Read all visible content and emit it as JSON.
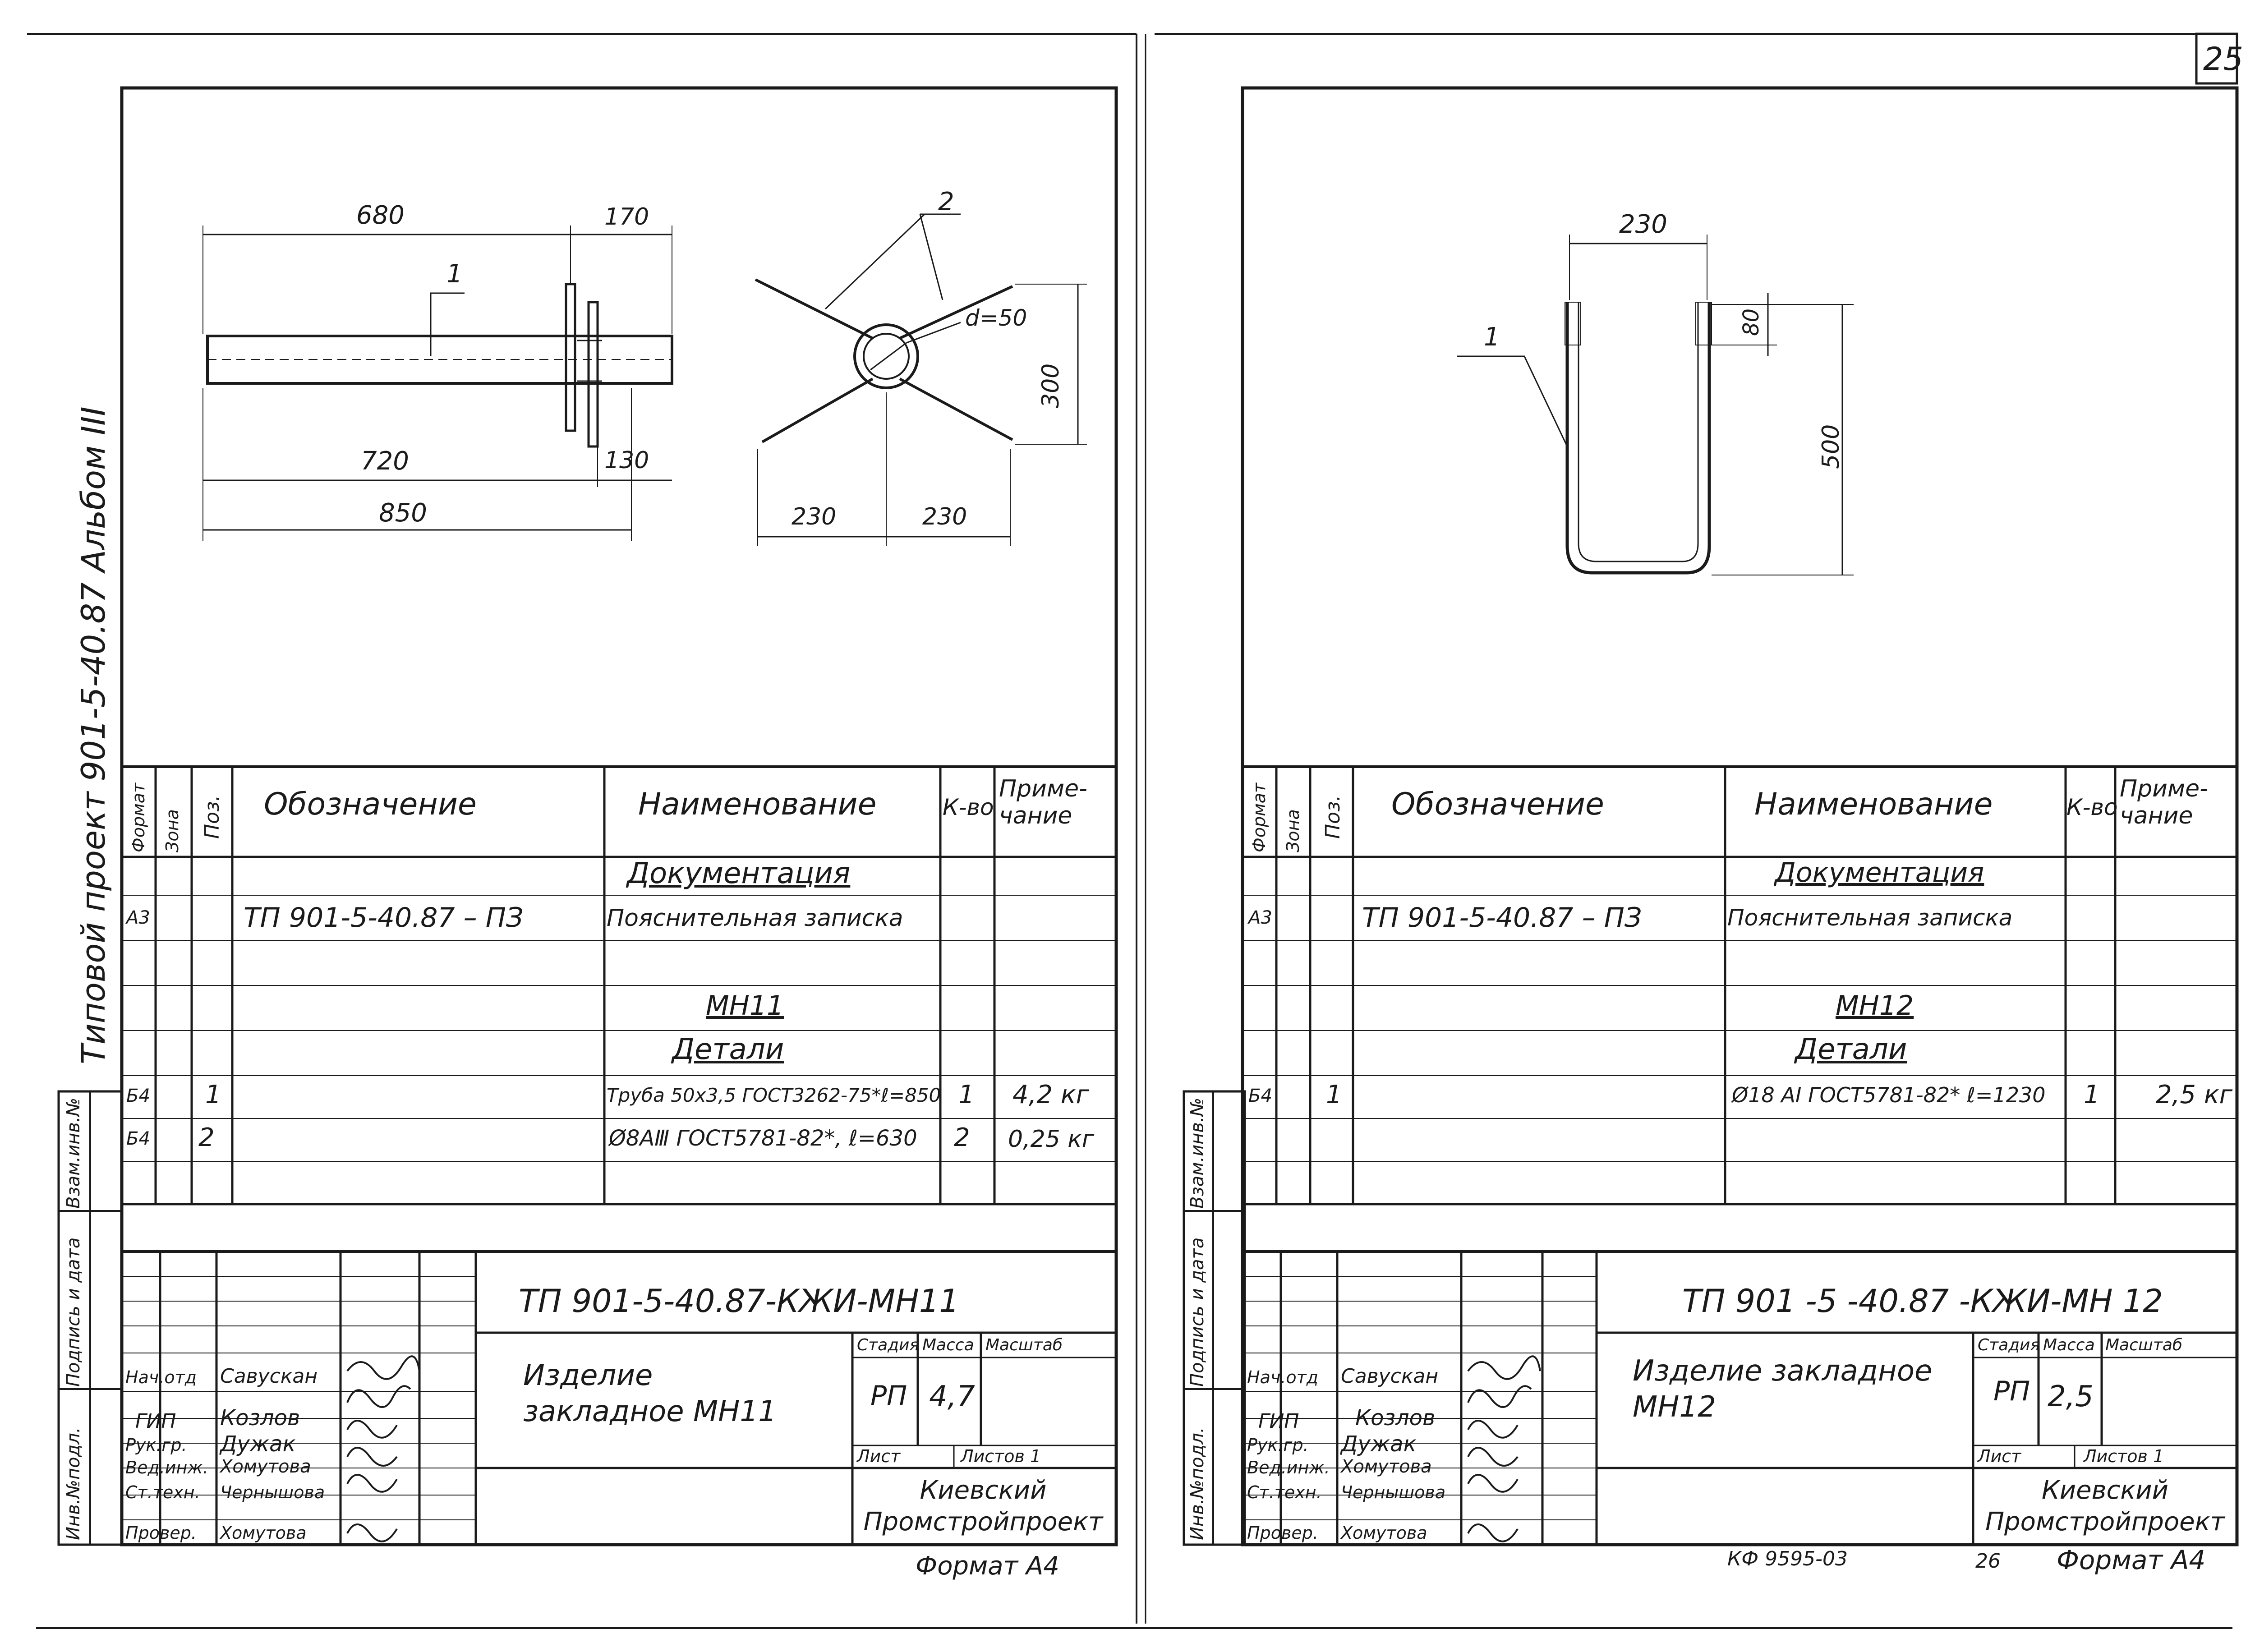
{
  "page_number": "25",
  "spine": {
    "title": "Типовой проект 901-5-40.87 Альбом III",
    "field_labels": [
      "Инв.№подл.",
      "Подпись и дата",
      "Взам.инв.№"
    ]
  },
  "left_sheet": {
    "drawing": {
      "dims_top": [
        "680",
        "170"
      ],
      "dims_bottom": [
        "720",
        "130",
        "850"
      ],
      "pos_label_1": "1",
      "pos_label_2": "2",
      "d_label": "d=50",
      "dims_right": "300",
      "dims_bottom_right": [
        "230",
        "230"
      ]
    },
    "spec": {
      "headers": {
        "format": "Формат",
        "zone": "Зона",
        "pos": "Поз.",
        "designation": "Обозначение",
        "name": "Наименование",
        "qty": "К-во",
        "note": "Приме-\nчание"
      },
      "section_doc": "Документация",
      "row_doc": {
        "format": "A3",
        "designation": "ТП 901-5-40.87 – ПЗ",
        "name": "Пояснительная записка"
      },
      "section_product": "МН11",
      "section_parts": "Детали",
      "rows": [
        {
          "format": "Б4",
          "pos": "1",
          "name": "Труба 50х3,5 ГОСТ3262-75*ℓ=850",
          "qty": "1",
          "note": "4,2 кг"
        },
        {
          "format": "Б4",
          "pos": "2",
          "name": "Ø8АⅢ ГОСТ5781-82*, ℓ=630",
          "qty": "2",
          "note": "0,25 кг"
        }
      ]
    },
    "title_block": {
      "code": "ТП 901-5-40.87-КЖИ-МН11",
      "item_title": "Изделие закладное МН11",
      "stage_label": "Стадия",
      "mass_label": "Масса",
      "scale_label": "Масштаб",
      "stage": "РП",
      "mass": "4,7",
      "sheet_label": "Лист",
      "sheets_label": "Листов 1",
      "org": "Киевский Промстройпроект",
      "roles": [
        {
          "role": "Нач.отд",
          "name": "Савускан"
        },
        {
          "role": "ГИП",
          "name": "Козлов"
        },
        {
          "role": "Рук.гр.",
          "name": "Дужак"
        },
        {
          "role": "Вед.инж.",
          "name": "Хомутова"
        },
        {
          "role": "Ст.техн.",
          "name": "Чернышова"
        },
        {
          "role": "Провер.",
          "name": "Хомутова"
        }
      ],
      "format": "Формат А4"
    }
  },
  "right_sheet": {
    "drawing": {
      "dim_top": "230",
      "dim_80": "80",
      "dim_500": "500",
      "pos_label_1": "1"
    },
    "spec": {
      "headers": {
        "format": "Формат",
        "zone": "Зона",
        "pos": "Поз.",
        "designation": "Обозначение",
        "name": "Наименование",
        "qty": "К-во",
        "note": "Приме-\nчание"
      },
      "section_doc": "Документация",
      "row_doc": {
        "format": "A3",
        "designation": "ТП 901-5-40.87 – ПЗ",
        "name": "Пояснительная записка"
      },
      "section_product": "МН12",
      "section_parts": "Детали",
      "rows": [
        {
          "format": "Б4",
          "pos": "1",
          "name": "Ø18 АⅠ ГОСТ5781-82* ℓ=1230",
          "qty": "1",
          "note": "2,5 кг"
        }
      ]
    },
    "title_block": {
      "code": "ТП 901 -5 -40.87 -КЖИ-МН 12",
      "item_title": "Изделие закладное МН12",
      "stage_label": "Стадия",
      "mass_label": "Масса",
      "scale_label": "Масштаб",
      "stage": "РП",
      "mass": "2,5",
      "sheet_label": "Лист",
      "sheets_label": "Листов 1",
      "org": "Киевский Промстройпроект",
      "roles": [
        {
          "role": "Нач.отд",
          "name": "Савускан"
        },
        {
          "role": "ГИП",
          "name": "Козлов"
        },
        {
          "role": "Рук.гр.",
          "name": "Дужак"
        },
        {
          "role": "Вед.инж.",
          "name": "Хомутова"
        },
        {
          "role": "Ст.техн.",
          "name": "Чернышова"
        },
        {
          "role": "Провер.",
          "name": "Хомутова"
        }
      ],
      "footer_code": "КФ 9595-03",
      "footer_num": "26",
      "format": "Формат А4"
    }
  }
}
